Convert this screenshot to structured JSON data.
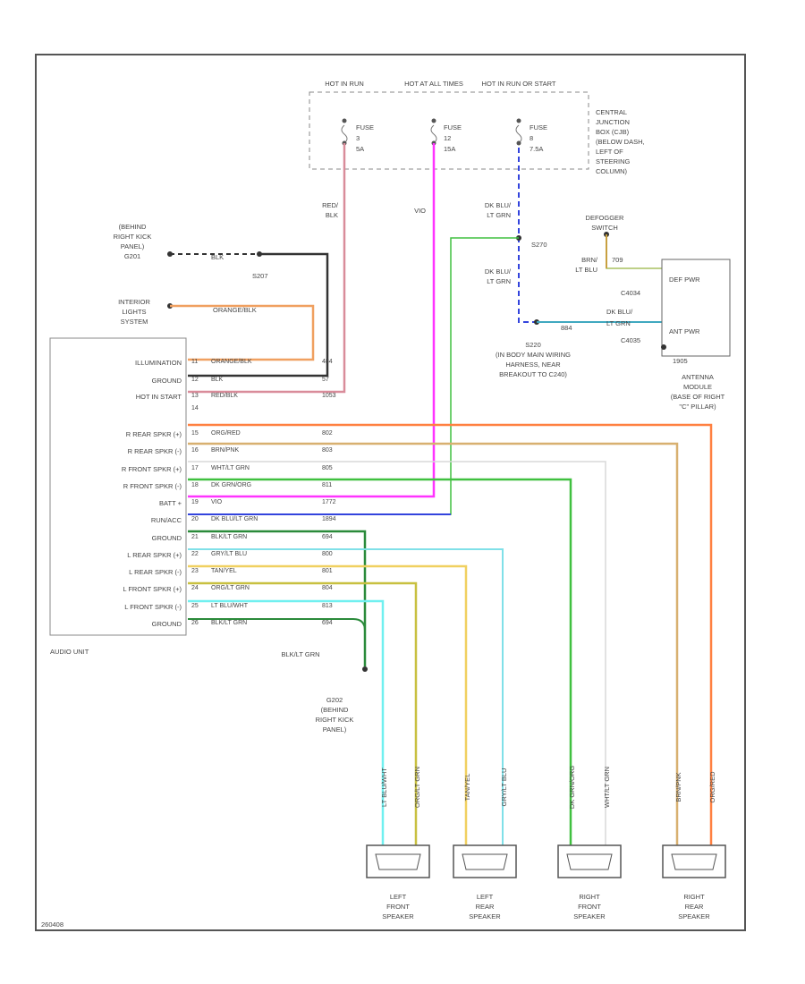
{
  "diagram_id": "260408",
  "power": {
    "hot_in_run": "HOT IN RUN",
    "hot_at_all_times": "HOT AT ALL TIMES",
    "hot_in_run_or_start": "HOT IN RUN OR START",
    "fuse_label": "FUSE",
    "fuse1": {
      "number": "3",
      "amps": "5A"
    },
    "fuse2": {
      "number": "12",
      "amps": "15A"
    },
    "fuse3": {
      "number": "8",
      "amps": "7.5A"
    },
    "cjb_label": [
      "CENTRAL",
      "JUNCTION",
      "BOX (CJB)",
      "(BELOW DASH,",
      "LEFT OF",
      "STEERING",
      "COLUMN)"
    ]
  },
  "wires": {
    "red_blk": [
      "RED/",
      "BLK"
    ],
    "vio": "VIO",
    "dk_blu_lt_grn_top": [
      "DK BLU/",
      "LT GRN"
    ],
    "dk_blu_lt_grn_mid": [
      "DK BLU/",
      "LT GRN"
    ],
    "dk_blu_lt_grn_right": [
      "DK BLU/",
      "LT GRN"
    ],
    "splice_s270": "S270",
    "blk_top": "BLK",
    "orange_blk": "ORANGE/BLK",
    "s207": "S207",
    "brn_lt_blu": [
      "BRN/",
      "LT BLU"
    ],
    "circuit_709": "709",
    "circuit_884": "884",
    "blk_lt_grn": "BLK/LT GRN"
  },
  "locations": {
    "behind_kick_panel": [
      "(BEHIND",
      "RIGHT KICK",
      "PANEL)",
      "G201"
    ],
    "interior_lights": [
      "INTERIOR",
      "LIGHTS",
      "SYSTEM"
    ],
    "s220": [
      "S220",
      "(IN BODY MAIN WIRING",
      "HARNESS, NEAR",
      "BREAKOUT TO C240)"
    ],
    "defogger_switch": [
      "DEFOGGER",
      "SWITCH"
    ],
    "g202": [
      "G202",
      "(BEHIND",
      "RIGHT KICK",
      "PANEL)"
    ],
    "antenna_module": [
      "ANTENNA",
      "MODULE",
      "(BASE OF RIGHT",
      "\"C\" PILLAR)"
    ]
  },
  "antenna": {
    "def_pwr": "DEF PWR",
    "ant_pwr": "ANT PWR",
    "c4034": "C4034",
    "c4035": "C4035",
    "g_ref": "1905"
  },
  "audio_unit": {
    "label": "AUDIO UNIT",
    "pins": [
      {
        "label": "ILLUMINATION",
        "num": "11",
        "wire": "ORANGE/BLK",
        "circuit": "484"
      },
      {
        "label": "GROUND",
        "num": "12",
        "wire": "BLK",
        "circuit": "57"
      },
      {
        "label": "HOT IN START",
        "num": "13",
        "wire": "RED/BLK",
        "circuit": "1053"
      },
      {
        "label": "",
        "num": "14",
        "wire": "",
        "circuit": ""
      },
      {
        "label": "R REAR SPKR (+)",
        "num": "15",
        "wire": "ORG/RED",
        "circuit": "802"
      },
      {
        "label": "R REAR SPKR (-)",
        "num": "16",
        "wire": "BRN/PNK",
        "circuit": "803"
      },
      {
        "label": "R FRONT SPKR (+)",
        "num": "17",
        "wire": "WHT/LT GRN",
        "circuit": "805"
      },
      {
        "label": "R FRONT SPKR (-)",
        "num": "18",
        "wire": "DK GRN/ORG",
        "circuit": "811"
      },
      {
        "label": "BATT +",
        "num": "19",
        "wire": "VIO",
        "circuit": "1772"
      },
      {
        "label": "RUN/ACC",
        "num": "20",
        "wire": "DK BLU/LT GRN",
        "circuit": "1894"
      },
      {
        "label": "GROUND",
        "num": "21",
        "wire": "BLK/LT GRN",
        "circuit": "694"
      },
      {
        "label": "L REAR SPKR (+)",
        "num": "22",
        "wire": "GRY/LT BLU",
        "circuit": "800"
      },
      {
        "label": "L REAR SPKR (-)",
        "num": "23",
        "wire": "TAN/YEL",
        "circuit": "801"
      },
      {
        "label": "L FRONT SPKR (+)",
        "num": "24",
        "wire": "ORG/LT GRN",
        "circuit": "804"
      },
      {
        "label": "L FRONT SPKR (-)",
        "num": "25",
        "wire": "LT BLU/WHT",
        "circuit": "813"
      },
      {
        "label": "GROUND",
        "num": "26",
        "wire": "BLK/LT GRN",
        "circuit": "694"
      }
    ]
  },
  "speaker_wires": {
    "lf1": "LT BLU/WHT",
    "lf2": "ORG/LT GRN",
    "lr1": "TAN/YEL",
    "lr2": "GRY/LT BLU",
    "rf1": "DK GRN/ORG",
    "rf2": "WHT/LT GRN",
    "rr1": "BRN/PNK",
    "rr2": "ORG/RED"
  },
  "speakers": {
    "left_front": [
      "LEFT",
      "FRONT",
      "SPEAKER"
    ],
    "left_rear": [
      "LEFT",
      "REAR",
      "SPEAKER"
    ],
    "right_front": [
      "RIGHT",
      "FRONT",
      "SPEAKER"
    ],
    "right_rear": [
      "RIGHT",
      "REAR",
      "SPEAKER"
    ]
  },
  "colors": {
    "frame": "#555555",
    "red_blk": "#d98c9a",
    "vio": "#ff33ff",
    "dk_blu": "#3344dd",
    "blk": "#333333",
    "orange": "#f0a060",
    "org_red": "#ff8040",
    "brn_pnk": "#d8b070",
    "wht": "#d0d0d0",
    "dk_grn": "#40c040",
    "lt_grn": "#50b850",
    "gry_blu": "#80e0e8",
    "tan_yel": "#f0d060",
    "org_grn": "#c8c040",
    "lt_blu": "#70f0f0"
  }
}
